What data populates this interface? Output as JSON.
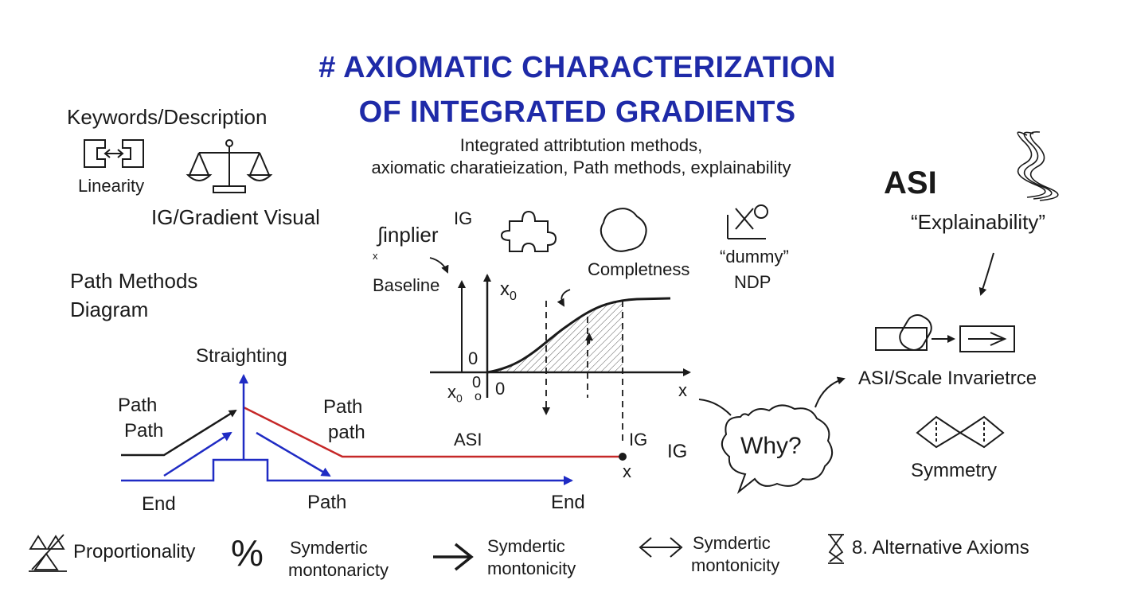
{
  "title": {
    "line1": "# AXIOMATIC CHARACTERIZATION",
    "line2": "OF INTEGRATED GRADIENTS"
  },
  "subtitle": {
    "line1": "Integrated attribtution methods,",
    "line2": "axiomatic charatieization, Path methods, explainability"
  },
  "left_panel": {
    "keywords_heading": "Keywords/Description",
    "linearity_label": "Linearity",
    "ig_visual_label": "IG/Gradient Visual",
    "path_methods_line1": "Path Methods",
    "path_methods_line2": "Diagram"
  },
  "path_diagram": {
    "straighting": "Straighting",
    "path_left_1": "Path",
    "path_left_2": "Path",
    "path_mid_1": "Path",
    "path_mid_2": "path",
    "asi": "ASI",
    "ig_end": "IG",
    "x_end": "x",
    "end_left": "End",
    "path_bottom": "Path",
    "end_right": "End",
    "ig_right": "IG"
  },
  "graph": {
    "integral_label": "∫inplier",
    "integral_sub": "x",
    "ig_label": "IG",
    "baseline": "Baseline",
    "x0_top": "x",
    "x0_top_sub": "0",
    "zero_axis": "0",
    "x0_bottom": "x",
    "x0_bottom_sub": "0",
    "zero_stack": "0",
    "zero_small": "o",
    "zero_right": "0",
    "x_axis": "x",
    "completeness": "Completness",
    "dummy": "“dummy”",
    "ndp": "NDP"
  },
  "right_panel": {
    "asi": "ASI",
    "explainability": "“Explainability”",
    "scale_invariance": "ASI/Scale Invarietrce",
    "why": "Why?",
    "symmetry": "Symmetry"
  },
  "bottom_row": {
    "proportionality": "Proportionality",
    "percent_symbol": "%",
    "sym_mono_1_line1": "Symdertic",
    "sym_mono_1_line2": "montonaricty",
    "sym_mono_2_line1": "Symdertic",
    "sym_mono_2_line2": "montonicity",
    "sym_mono_3_line1": "Symdertic",
    "sym_mono_3_line2": "montonicity",
    "alternative_axioms": "8. Alternative Axioms"
  },
  "colors": {
    "title_blue": "#1e2aa8",
    "path_red": "#c62828",
    "path_blue": "#1f2bc4",
    "ink": "#1a1a1a"
  }
}
